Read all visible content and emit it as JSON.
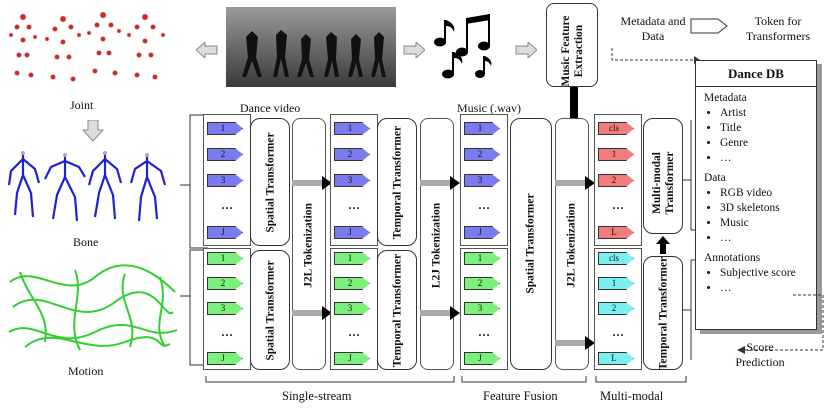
{
  "labels": {
    "joint": "Joint",
    "bone": "Bone",
    "motion": "Motion",
    "dance_video": "Dance video",
    "music": "Music (.wav)",
    "music_feature": "Music Feature Extraction",
    "metadata_and_data": "Metadata and Data",
    "token_for_transformers": "Token for Transformers",
    "score_prediction": "Score Prediction"
  },
  "blocks": {
    "spatial_transformer": "Spatial Transformer",
    "temporal_transformer": "Temporal Transformer",
    "j2l_tokenization": "J2L Tokenization",
    "l2j_tokenization": "L2J Tokenization",
    "fusion_spatial_transformer": "Spatial Transformer",
    "fusion_j2l_tokenization": "J2L Tokenization",
    "multimodal_transformer": "Multi-modal Transformer",
    "mm_temporal_transformer": "Temporal Transformer"
  },
  "tokens": {
    "numbered": [
      "1",
      "2",
      "3",
      "…",
      "J"
    ],
    "multimodal_top": [
      "cls",
      "1",
      "2",
      "…",
      "L"
    ],
    "multimodal_bottom": [
      "cls",
      "1",
      "2",
      "…",
      "L"
    ]
  },
  "dance_db": {
    "title": "Dance DB",
    "metadata_heading": "Metadata",
    "metadata_items": [
      "Artist",
      "Title",
      "Genre",
      "…"
    ],
    "data_heading": "Data",
    "data_items": [
      "RGB video",
      "3D skeletons",
      "Music",
      "…"
    ],
    "annotations_heading": "Annotations",
    "annotation_items": [
      "Subjective score",
      "…"
    ]
  },
  "stages": {
    "single_stream": "Single-stream",
    "feature_fusion": "Feature Fusion",
    "multi_modal": "Multi-modal"
  },
  "colors": {
    "video_token": "#7b7bf0",
    "motion_token": "#7cf07c",
    "cls_top_token": "#f07c7c",
    "cls_bottom_token": "#7cf0f0",
    "joint_dots": "#e02020",
    "bone_lines": "#2020d0",
    "motion_lines": "#30d030"
  }
}
